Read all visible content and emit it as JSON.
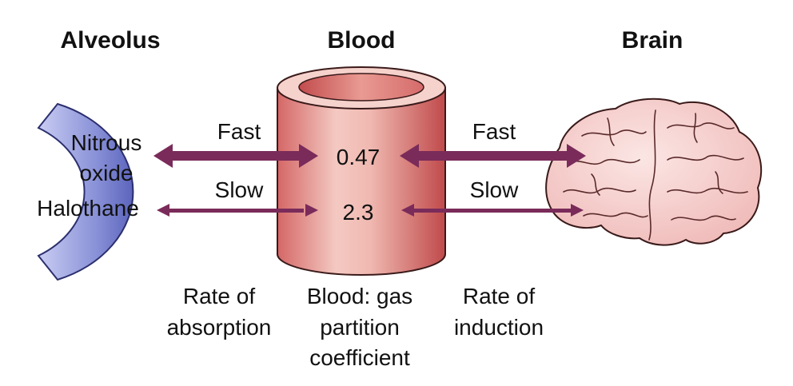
{
  "headings": {
    "alveolus": "Alveolus",
    "blood": "Blood",
    "brain": "Brain"
  },
  "agents": {
    "nitrous_line1": "Nitrous",
    "nitrous_line2": "oxide",
    "halothane": "Halothane"
  },
  "rates": {
    "absorption_fast": "Fast",
    "absorption_slow": "Slow",
    "induction_fast": "Fast",
    "induction_slow": "Slow"
  },
  "coefficients": {
    "nitrous_oxide": "0.47",
    "halothane": "2.3"
  },
  "captions": {
    "absorption_line1": "Rate of",
    "absorption_line2": "absorption",
    "coefficient_line1": "Blood: gas",
    "coefficient_line2": "partition",
    "coefficient_line3": "coefficient",
    "induction_line1": "Rate of",
    "induction_line2": "induction"
  },
  "colors": {
    "alveolus": "#6a73c8",
    "vessel": "#d9605f",
    "brain": "#f3c7c5",
    "arrow": "#7a2b5a"
  }
}
